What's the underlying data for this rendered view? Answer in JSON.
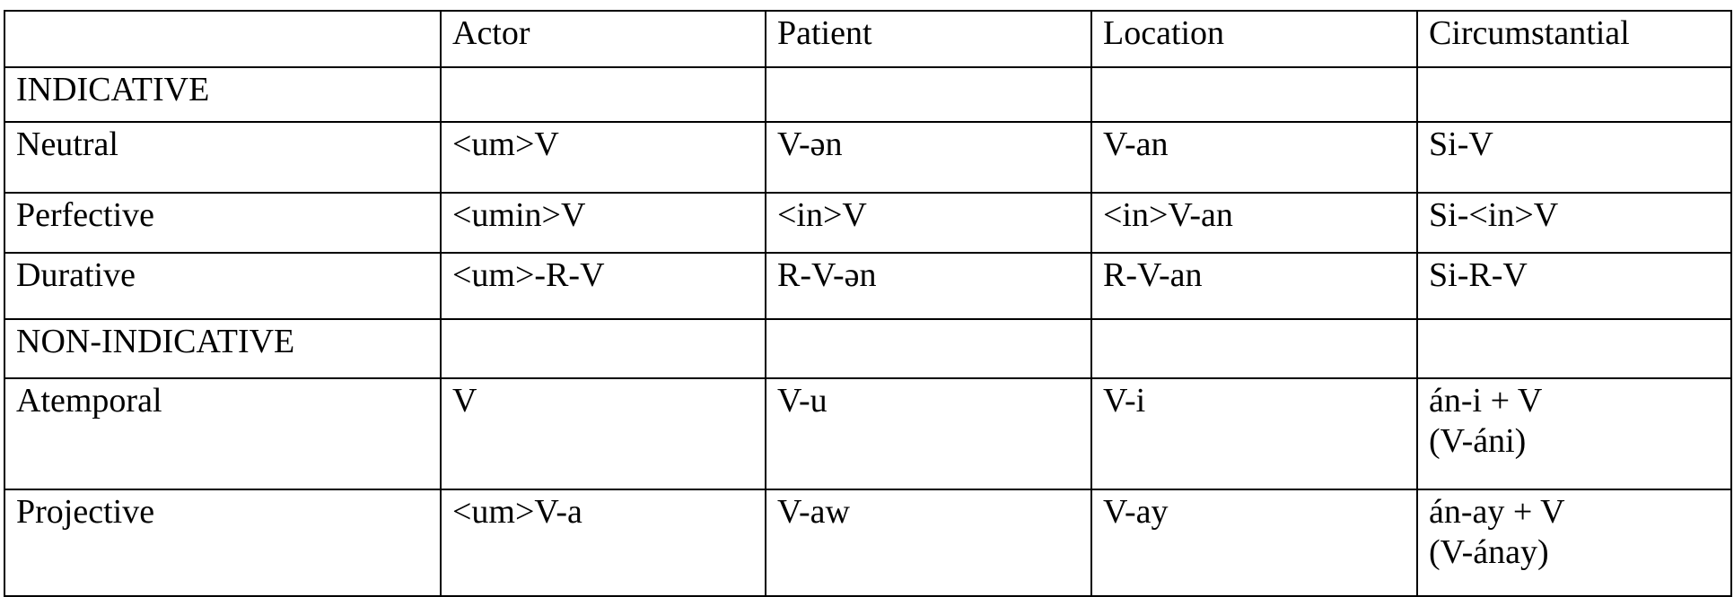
{
  "document": {
    "type": "linguistic-paradigm-table",
    "title": ""
  },
  "table": {
    "columns": [
      "",
      "Actor",
      "Patient",
      "Location",
      "Circumstantial"
    ],
    "rows": [
      {
        "label": "",
        "kind": "header",
        "cells": [
          "",
          "Actor",
          "Patient",
          "Location",
          "Circumstantial"
        ]
      },
      {
        "label": "INDICATIVE",
        "kind": "section",
        "cells": [
          "INDICATIVE",
          "",
          "",
          "",
          ""
        ]
      },
      {
        "label": "Neutral",
        "kind": "data",
        "cells": [
          "Neutral",
          "<um>V",
          "V-ən",
          "V-an",
          "Si-V"
        ]
      },
      {
        "label": "Perfective",
        "kind": "data",
        "cells": [
          "Perfective",
          "<umin>V",
          "<in>V",
          "<in>V-an",
          "Si-<in>V"
        ]
      },
      {
        "label": "Durative",
        "kind": "data",
        "cells": [
          "Durative",
          "<um>-R-V",
          "R-V-ən",
          "R-V-an",
          "Si-R-V"
        ]
      },
      {
        "label": "NON-INDICATIVE",
        "kind": "section",
        "cells": [
          "NON-INDICATIVE",
          "",
          "",
          "",
          ""
        ]
      },
      {
        "label": "Atemporal",
        "kind": "data",
        "cells": [
          "Atemporal",
          "V",
          "V-u",
          "V-i",
          "án-i + V\n(V-áni)"
        ]
      },
      {
        "label": "Projective",
        "kind": "data",
        "cells": [
          "Projective",
          "<um>V-a",
          "V-aw",
          "V-ay",
          "án-ay + V\n(V-ánay)"
        ]
      }
    ]
  },
  "colors": {
    "border": "#000000",
    "text": "#000000",
    "background": "#ffffff"
  }
}
